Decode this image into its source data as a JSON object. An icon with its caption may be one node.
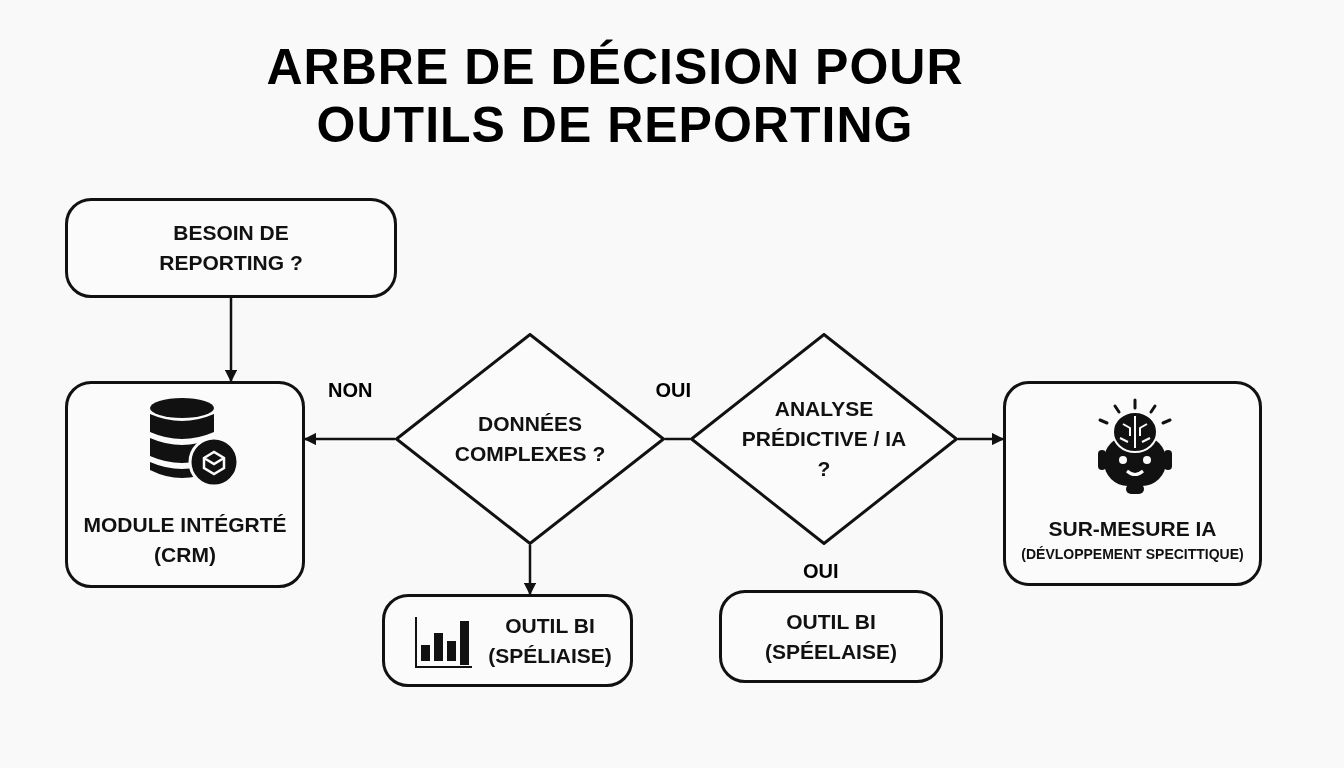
{
  "diagram": {
    "title": "ARBRE DE DÉCISION POUR OUTILS DE REPORTING",
    "nodes": [
      {
        "text": [
          "BESOIN DE REPORTING ?"
        ]
      },
      {
        "text": [
          "MODULE INTÉGRTÉ (CRM)"
        ]
      },
      {
        "text": [
          "DONNÉES COMPLEXES ?"
        ]
      },
      {
        "text": [
          "ANALYSE PRÉDICTIVE / IA ?"
        ]
      },
      {
        "text": [
          "OUTIL BI (SPÉLIAISE)"
        ]
      },
      {
        "text": [
          "OUTIL BI (SPÉELAISE)"
        ]
      },
      {
        "text": [
          "SUR-MESURE IA",
          "(DÉVLOPPEMENT SPECITTIQUE)"
        ]
      }
    ],
    "edges": [
      {
        "from": 0,
        "to": 1,
        "arrow": "to"
      },
      {
        "from": 2,
        "to": 1,
        "arrow": "to",
        "label": "NON"
      },
      {
        "from": 2,
        "to": 4,
        "arrow": "to"
      },
      {
        "from": 2,
        "to": 3,
        "arrow": "none",
        "label": "OUI"
      },
      {
        "from": 3,
        "to": 6,
        "arrow": "to"
      }
    ],
    "labels": [
      "OUI"
    ]
  }
}
